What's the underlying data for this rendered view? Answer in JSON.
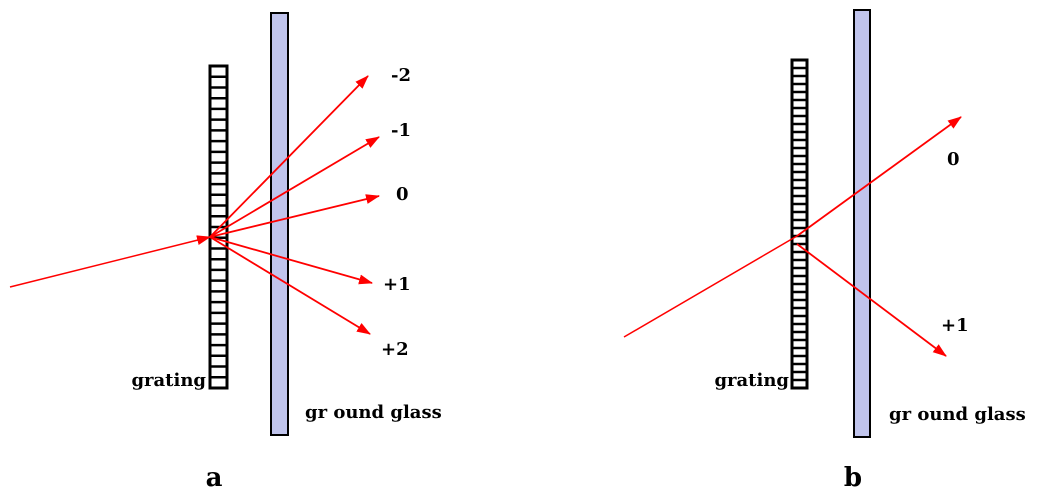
{
  "colors": {
    "ray": "#ff0000",
    "glass_fill": "#c0c4ec",
    "outline": "#000000"
  },
  "panels": [
    {
      "label": "a",
      "grating_label": "grating",
      "glass_label": "gr ound glass",
      "orders": [
        "-2",
        "-1",
        "0",
        "+1",
        "+2"
      ]
    },
    {
      "label": "b",
      "grating_label": "grating",
      "glass_label": "gr ound glass",
      "orders": [
        "0",
        "+1"
      ]
    }
  ]
}
